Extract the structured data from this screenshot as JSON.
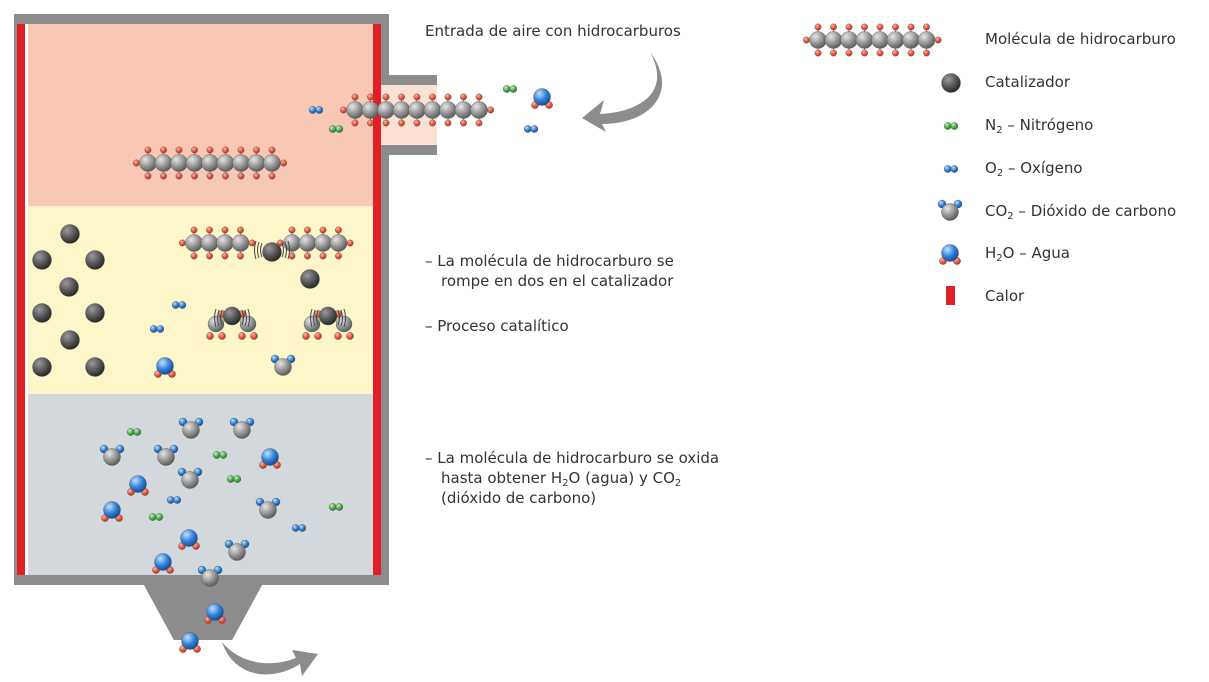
{
  "annotations": {
    "inlet": "Entrada de aire con hidrocarburos",
    "step1_line1": "– La molécula de hidrocarburo se",
    "step1_line2": "rompe en dos en el catalizador",
    "step2": "– Proceso catalítico",
    "step3_line1": "– La molécula de hidrocarburo se oxida",
    "step3_line2_a": "hasta obtener H",
    "step3_line2_sub1": "2",
    "step3_line2_b": "O (agua) y CO",
    "step3_line2_sub2": "2",
    "step3_line3": "(dióxido de carbono)"
  },
  "legend": {
    "hydrocarbon": "Molécula de hidrocarburo",
    "catalyst": "Catalizador",
    "n2_a": "N",
    "n2_sub": "2",
    "n2_b": " – Nitrógeno",
    "o2_a": "O",
    "o2_sub": "2",
    "o2_b": " – Oxígeno",
    "co2_a": "CO",
    "co2_sub": "2",
    "co2_b": " – Dióxido de carbono",
    "h2o_a": "H",
    "h2o_sub": "2",
    "h2o_b": "O – Agua",
    "heat": "Calor"
  },
  "colors": {
    "wall": "#8c8c8c",
    "heat": "#e02026",
    "zone_inlet": "#f8c8b4",
    "zone_catalytic": "#fdf6c8",
    "zone_oxidation": "#d3d8dd",
    "carbon": "#8a8a8a",
    "oxygen_atom": "#e8573e",
    "nitrogen": "#4cae4c",
    "oxygen_molecule": "#2f7fd6",
    "water": "#2f8fd6",
    "arrow": "#8c8c8c"
  },
  "icons": [
    "hydrocarbon-molecule-icon",
    "catalyst-icon",
    "nitrogen-icon",
    "oxygen-icon",
    "co2-icon",
    "water-icon",
    "heat-icon",
    "arrow-icon"
  ]
}
